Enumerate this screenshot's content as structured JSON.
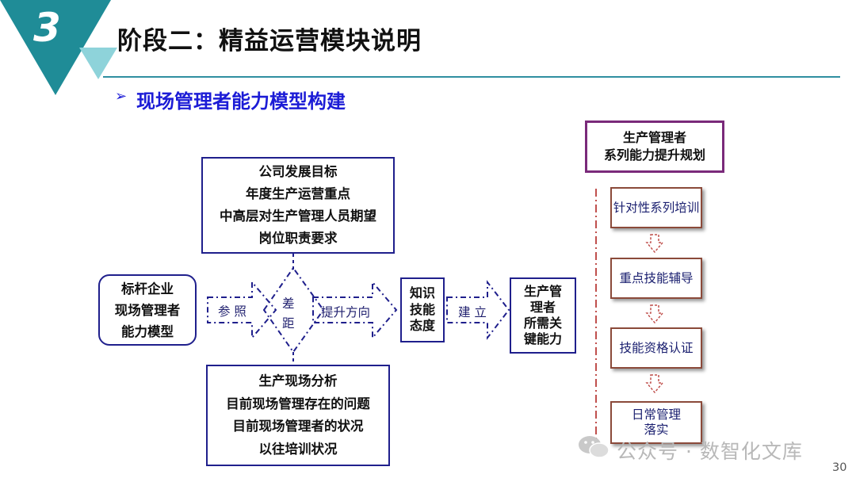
{
  "header": {
    "section_number": "3",
    "title": "阶段二：精益运营模块说明",
    "subtitle": "现场管理者能力模型构建"
  },
  "diagram": {
    "goals": [
      "公司发展目标",
      "年度生产运营重点",
      "中高层对生产管理人员期望",
      "岗位职责要求"
    ],
    "analysis": [
      "生产现场分析",
      "目前现场管理存在的问题",
      "目前现场管理者的状况",
      "以往培训状况"
    ],
    "benchmark": [
      "标杆企业",
      "现场管理者",
      "能力模型"
    ],
    "arrow_reference": "参 照",
    "gap": [
      "差",
      "距"
    ],
    "arrow_direction": "提升方向",
    "ksa": [
      "知识",
      "技能",
      "态度"
    ],
    "arrow_build": "建 立",
    "needed": [
      "生产管",
      "理者",
      "所需关",
      "键能力"
    ],
    "plan_title": [
      "生产管理者",
      "系列能力提升规划"
    ],
    "steps": [
      "针对性系列培训",
      "重点技能辅导",
      "技能资格认证",
      "日常管理落实"
    ],
    "step4_lines": [
      "日常管理",
      "落实"
    ]
  },
  "watermark": "公众号 · 数智化文库",
  "page_number": "30",
  "colors": {
    "teal": "#1f8c97",
    "light_teal": "#8ed3da",
    "navy": "#1f1f8c",
    "purple": "#7a2a7a",
    "subtitle_blue": "#1c1cd6",
    "dash_red": "#c0504d"
  }
}
